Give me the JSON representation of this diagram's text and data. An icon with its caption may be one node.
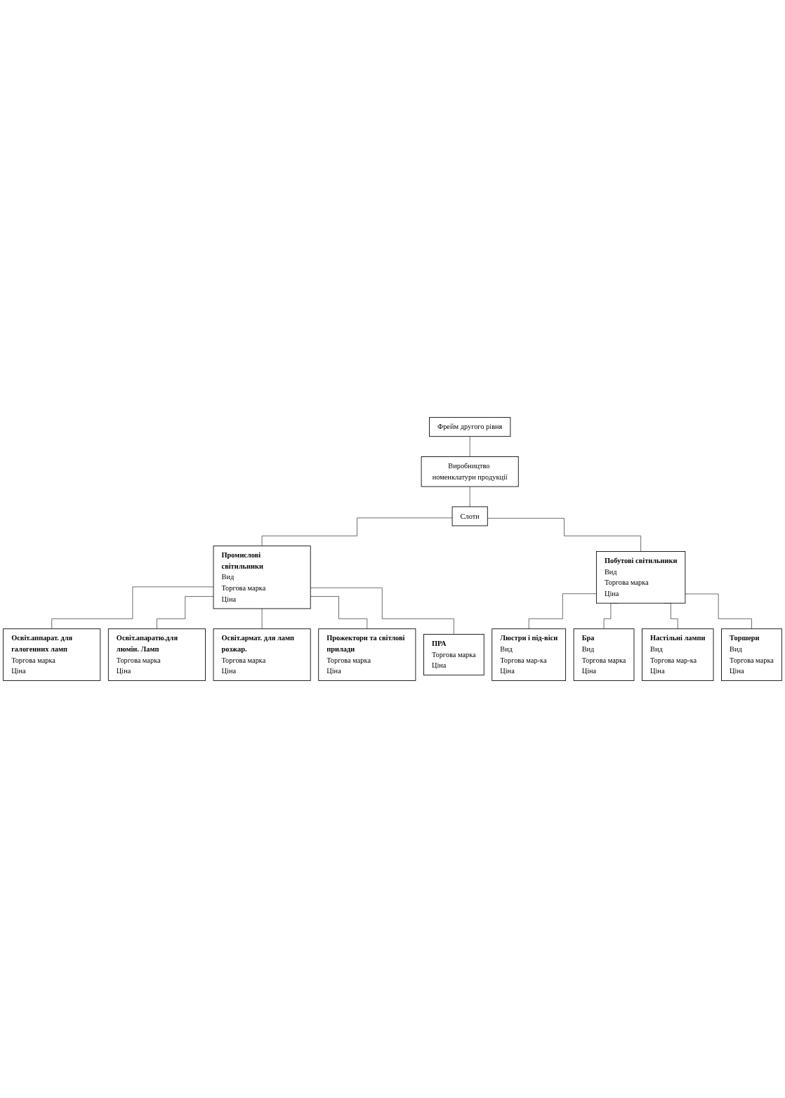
{
  "diagram": {
    "nodes": [
      {
        "text": [
          "Фрейм другого рівня"
        ]
      },
      {
        "text": [
          "Виробництво номенклатури продукції"
        ]
      },
      {
        "text": [
          "Слоти"
        ]
      },
      {
        "text": [
          "Промислові світильники",
          "Вид",
          "Торгова марка",
          "Ціна"
        ]
      },
      {
        "text": [
          "Побутові світильники",
          "Вид",
          "Торгова марка",
          "Ціна"
        ]
      },
      {
        "text": [
          "Освіт.аппарат. для галогенних ламп",
          "Торгова марка",
          "Ціна"
        ]
      },
      {
        "text": [
          "Освіт.апаратю.для люмін. Ламп",
          "Торгова марка",
          "Ціна"
        ]
      },
      {
        "text": [
          "Люстри і під-віси",
          "Вид",
          "Торгова мар-ка",
          "Ціна"
        ]
      },
      {
        "text": [
          "Бра",
          "Вид",
          "Торгова марка",
          "Ціна"
        ]
      },
      {
        "text": [
          "Освіт.армат. для ламп розжар.",
          "Торгова марка",
          "Ціна"
        ]
      },
      {
        "text": [
          "Прожектори та світлові прилади",
          "Торгова марка",
          "Ціна"
        ]
      },
      {
        "text": [
          "Настільні лампи",
          "Вид",
          "Торгова мар-ка",
          "Ціна"
        ]
      },
      {
        "text": [
          "Торшери",
          "Вид",
          "Торгова марка",
          "Ціна"
        ]
      },
      {
        "text": [
          "ПРА",
          "Торгова марка",
          "Ціна"
        ]
      }
    ],
    "edges": [
      {
        "from": 0,
        "to": 1,
        "arrow": "none"
      },
      {
        "from": 1,
        "to": 2,
        "arrow": "none"
      },
      {
        "from": 2,
        "to": 3,
        "arrow": "none"
      },
      {
        "from": 2,
        "to": 4,
        "arrow": "none"
      },
      {
        "from": 3,
        "to": 5,
        "arrow": "none"
      },
      {
        "from": 3,
        "to": 6,
        "arrow": "none"
      },
      {
        "from": 3,
        "to": 9,
        "arrow": "none"
      },
      {
        "from": 3,
        "to": 10,
        "arrow": "none"
      },
      {
        "from": 3,
        "to": 13,
        "arrow": "none"
      },
      {
        "from": 4,
        "to": 7,
        "arrow": "none"
      },
      {
        "from": 4,
        "to": 8,
        "arrow": "none"
      },
      {
        "from": 4,
        "to": 11,
        "arrow": "none"
      },
      {
        "from": 4,
        "to": 12,
        "arrow": "none"
      }
    ]
  }
}
